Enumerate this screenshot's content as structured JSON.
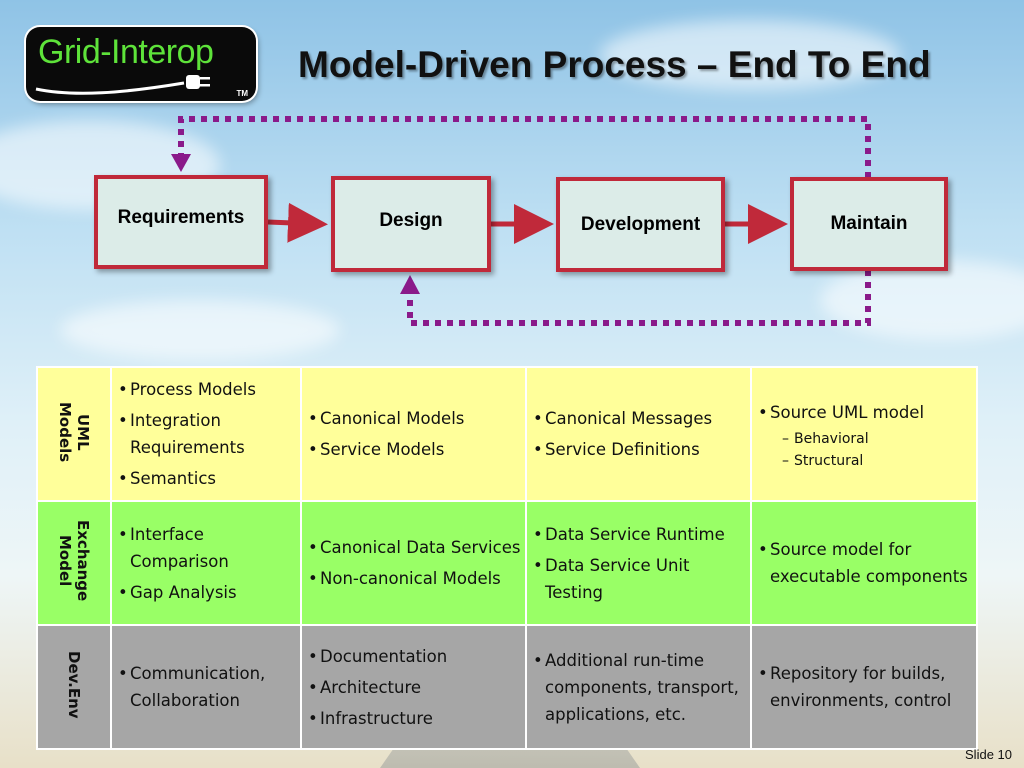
{
  "logo": {
    "text": "Grid-Interop",
    "tm": "TM"
  },
  "title": "Model-Driven Process – End To End",
  "process": {
    "steps": [
      "Requirements",
      "Design",
      "Development",
      "Maintain"
    ],
    "colors": {
      "box_border": "#c0293a",
      "box_fill": "#dcece8",
      "arrow": "#c0293a",
      "loop": "#8a1a8a"
    }
  },
  "table": {
    "rows": [
      {
        "label": "UML\nModels",
        "color": "#ffff9a",
        "cells": [
          {
            "items": [
              "Process Models",
              "Integration Requirements",
              "Semantics"
            ]
          },
          {
            "items": [
              "Canonical Models",
              "Service Models"
            ]
          },
          {
            "items": [
              "Canonical Messages",
              "Service Definitions"
            ]
          },
          {
            "items": [
              "Source UML model"
            ],
            "subitems": [
              "Behavioral",
              "Structural"
            ]
          }
        ]
      },
      {
        "label": "Exchange\nModel",
        "color": "#99ff66",
        "cells": [
          {
            "items": [
              "Interface Comparison",
              "Gap Analysis"
            ]
          },
          {
            "items": [
              "Canonical Data Services",
              "Non-canonical Models"
            ]
          },
          {
            "items": [
              "Data Service Runtime",
              "Data Service Unit Testing"
            ]
          },
          {
            "items": [
              "Source model for executable components"
            ]
          }
        ]
      },
      {
        "label": "Dev.Env",
        "color": "#a6a6a6",
        "cells": [
          {
            "items": [
              "Communication, Collaboration"
            ]
          },
          {
            "items": [
              "Documentation",
              "Architecture",
              "Infrastructure"
            ]
          },
          {
            "items": [
              "Additional run-time components, transport, applications, etc."
            ]
          },
          {
            "items": [
              "Repository for builds, environments, control"
            ]
          }
        ]
      }
    ]
  },
  "footer": {
    "slide": "Slide 10"
  }
}
